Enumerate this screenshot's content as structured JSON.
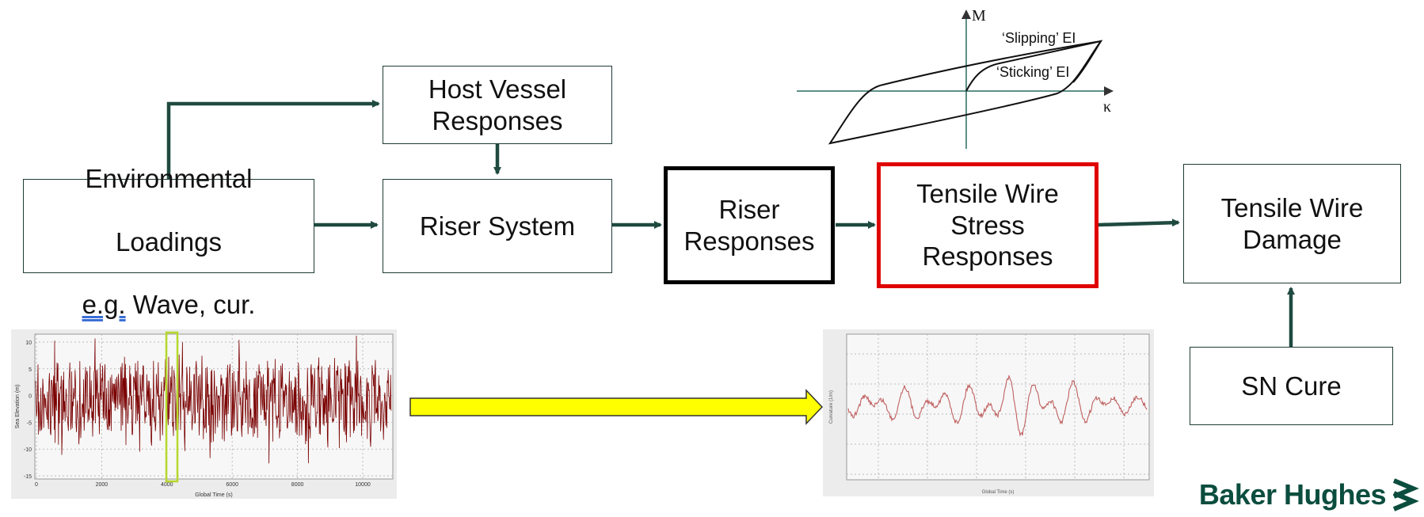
{
  "colors": {
    "arrow": "#1f4a40",
    "signal_dark": "#7a0000",
    "signal_light": "#c06060",
    "highlight_box": "#b6d82a",
    "yellow_arrow": "#ffff00",
    "red_box": "#e00000",
    "logo_green": "#0b4d3e"
  },
  "boxes": {
    "host_vessel": "Host Vessel\nResponses",
    "env_line1": "Environmental",
    "env_line2": "Loadings",
    "env_line3_ul": "e.g.",
    "env_line3_rest": " Wave, cur.",
    "riser_system": "Riser System",
    "riser_responses": "Riser\nResponses",
    "tensile_stress": "Tensile Wire\nStress\nResponses",
    "tensile_damage": "Tensile Wire\nDamage",
    "sn_cure": "SN Cure"
  },
  "hysteresis": {
    "y_axis": "M",
    "x_axis": "κ",
    "slipping_label": "‘Slipping’ EI",
    "sticking_label": "‘Sticking’ EI"
  },
  "left_plot": {
    "x_ticks": [
      "0",
      "2000",
      "4000",
      "6000",
      "8000",
      "10000"
    ],
    "y_ticks": [
      "10",
      "5",
      "0",
      "-5",
      "-10",
      "-15"
    ],
    "x_label": "Global Time (s)",
    "y_label": "Sea Elevation (m)"
  },
  "right_plot": {
    "x_label": "Global Time (s)",
    "y_label": "Curvature (1/m)"
  },
  "logo": {
    "text": "Baker Hughes",
    "icon": "baker-hughes-chevron-icon"
  }
}
